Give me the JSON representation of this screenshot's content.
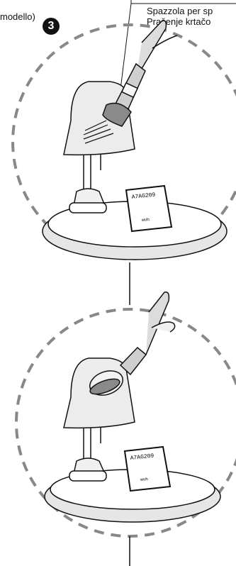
{
  "header": {
    "left_text": "modello)",
    "step_number": "3",
    "right_line1": "Spazzola per sp",
    "right_line2": "Prašenje krtačo"
  },
  "panels": [
    {
      "card_text": "A7AG209",
      "card_sub": "wuh"
    },
    {
      "card_text": "A7AG209",
      "card_sub": "wuh"
    }
  ]
}
